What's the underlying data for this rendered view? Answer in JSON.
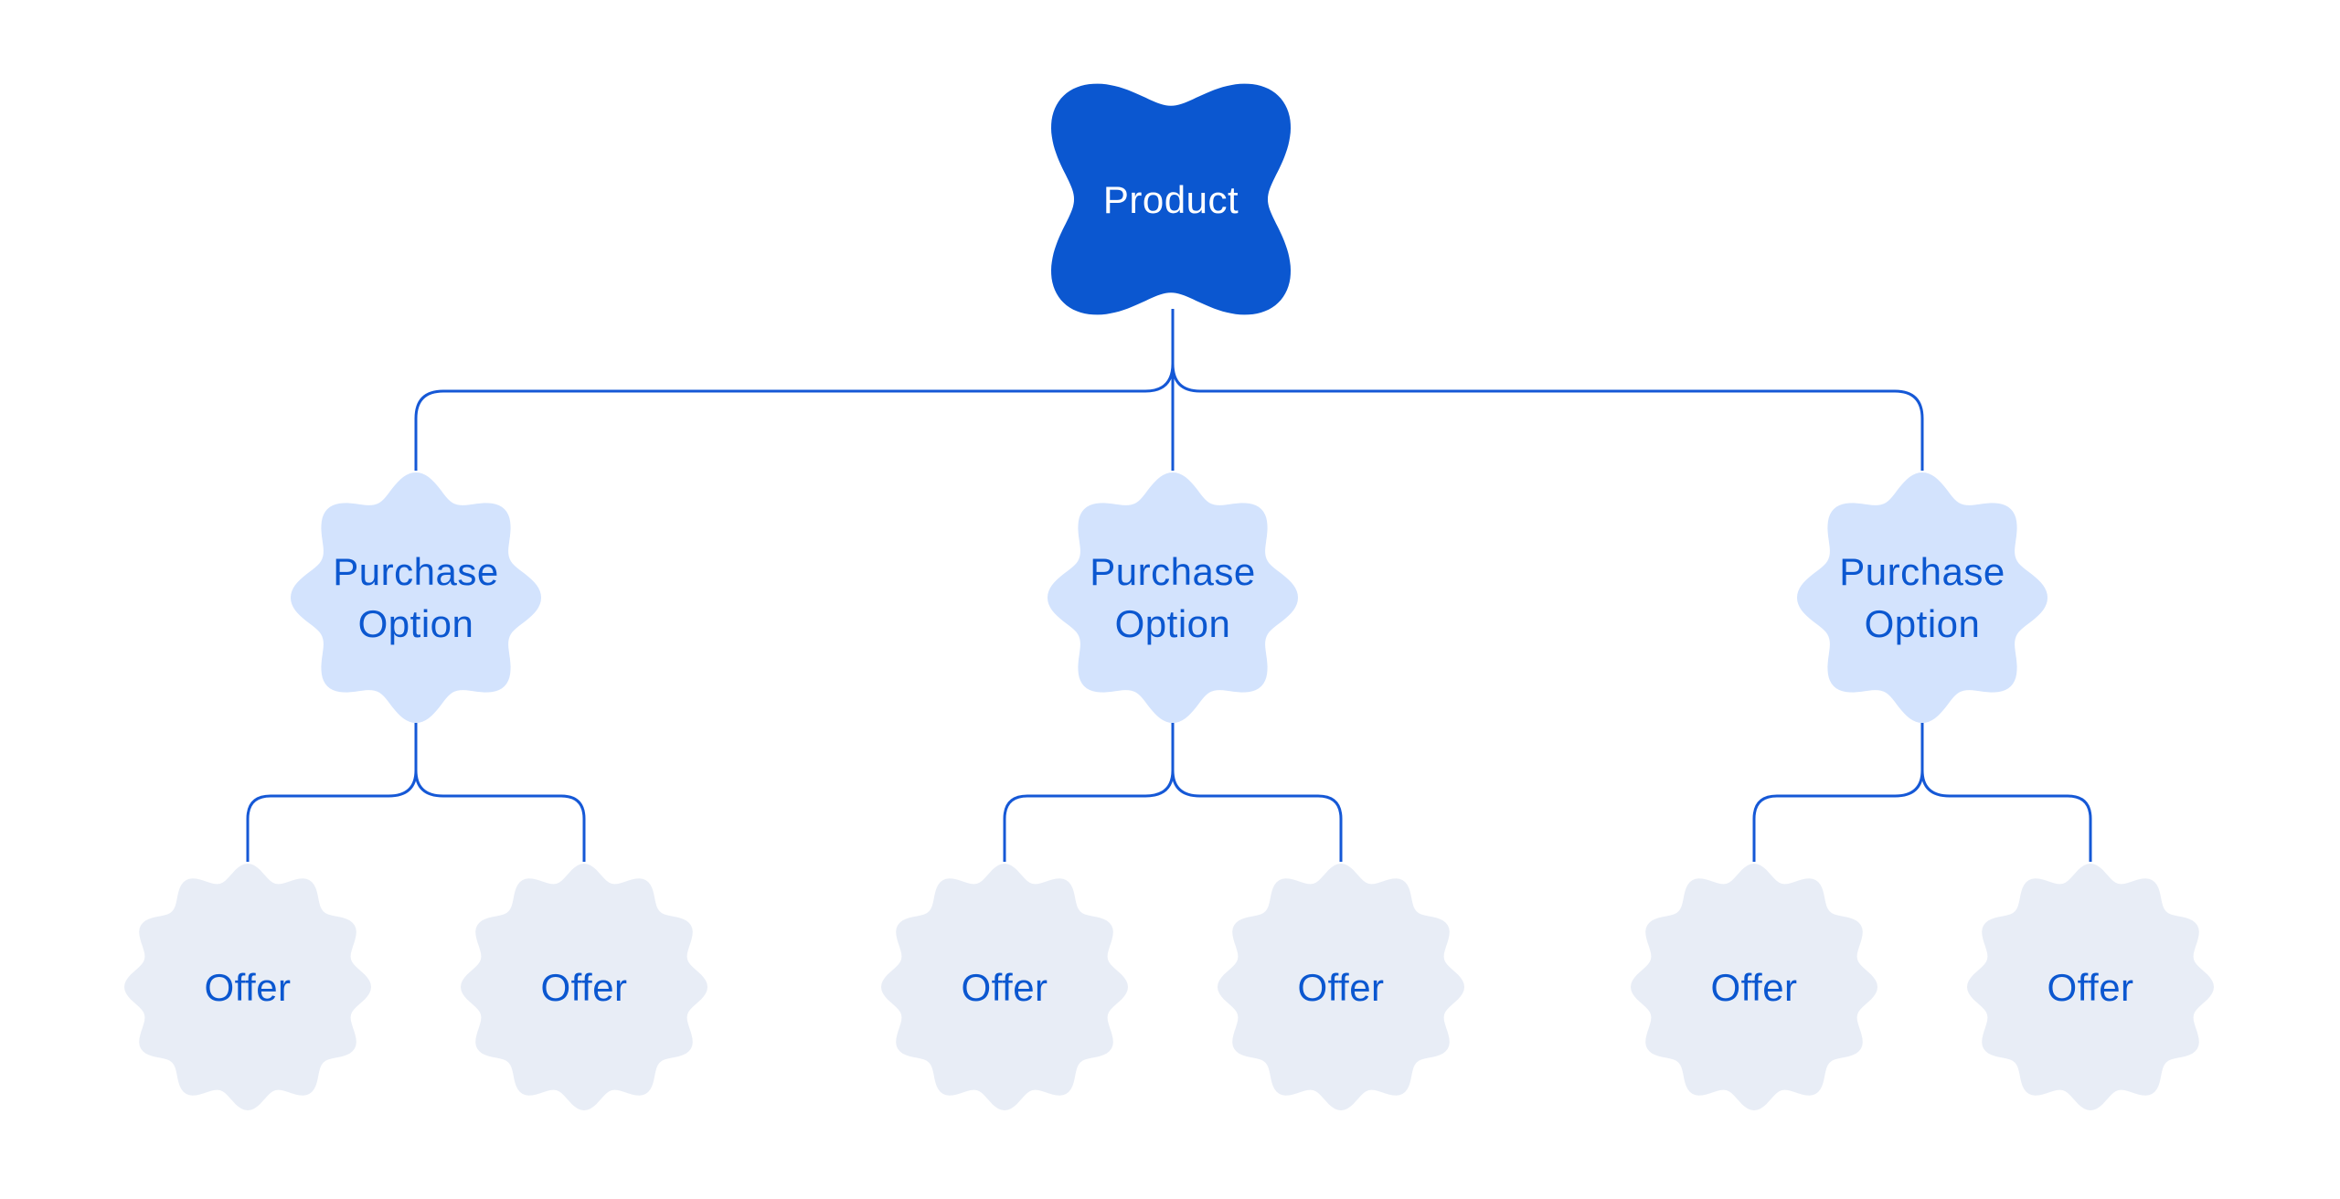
{
  "diagram": {
    "description": "Product hierarchy tree diagram",
    "colors": {
      "background": "#FFFFFF",
      "product-fill": "#0B57D0",
      "product-text": "#FFFFFF",
      "purchase-option-fill": "#D3E3FD",
      "offer-fill": "#E8EDF6",
      "label-text": "#0B57D0",
      "connector": "#1558D6"
    },
    "root": {
      "label": "Product"
    },
    "groups": [
      {
        "purchase_option": {
          "label": "Purchase Option"
        },
        "offers": [
          {
            "label": "Offer"
          },
          {
            "label": "Offer"
          }
        ]
      },
      {
        "purchase_option": {
          "label": "Purchase Option"
        },
        "offers": [
          {
            "label": "Offer"
          },
          {
            "label": "Offer"
          }
        ]
      },
      {
        "purchase_option": {
          "label": "Purchase Option"
        },
        "offers": [
          {
            "label": "Offer"
          },
          {
            "label": "Offer"
          }
        ]
      }
    ]
  }
}
